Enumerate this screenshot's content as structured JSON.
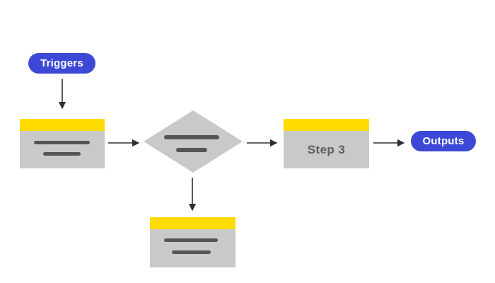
{
  "nodes": {
    "triggers": {
      "label": "Triggers"
    },
    "step3": {
      "label": "Step 3"
    },
    "outputs": {
      "label": "Outputs"
    }
  },
  "colors": {
    "accent_blue": "#3D49D6",
    "header_yellow": "#FFDB00",
    "shape_gray": "#C9C9C9",
    "placeholder_bar": "#555555",
    "step_label": "#5E5E5E",
    "pill_label": "#FFFFFF",
    "arrow": "#2E2E2E",
    "background": "#FFFFFF"
  }
}
